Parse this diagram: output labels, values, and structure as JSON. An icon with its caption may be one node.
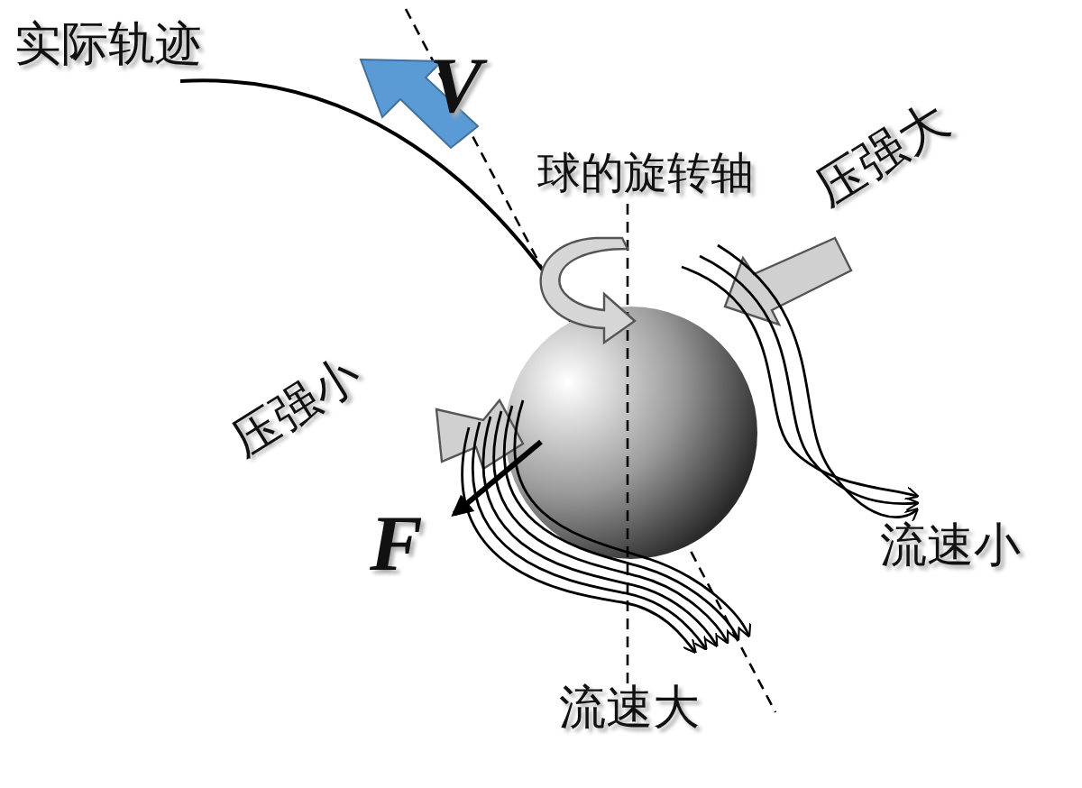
{
  "diagram": {
    "labels": [
      "实际轨迹",
      "V",
      "球的旋转轴",
      "压强大",
      "压强小",
      "F",
      "流速小",
      "流速大"
    ]
  }
}
